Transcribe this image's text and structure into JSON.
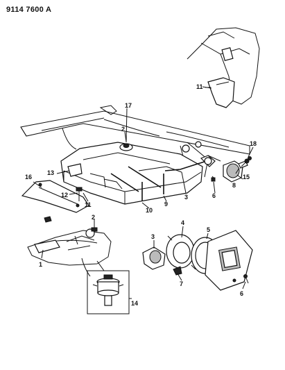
{
  "header": {
    "code": "9114 7600 A"
  },
  "callouts": {
    "c1": "1",
    "c2a": "2",
    "c2b": "2",
    "c3a": "3",
    "c3b": "3",
    "c4": "4",
    "c5": "5",
    "c6a": "6",
    "c6b": "6",
    "c7": "7",
    "c8": "8",
    "c9": "9",
    "c10": "10",
    "c11a": "11",
    "c11b": "11",
    "c12": "12",
    "c13": "13",
    "c14": "14",
    "c15": "15",
    "c16": "16",
    "c17": "17",
    "c18": "18"
  }
}
